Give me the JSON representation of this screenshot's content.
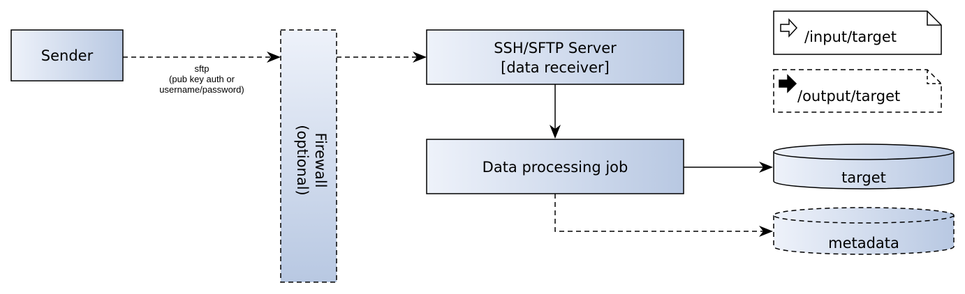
{
  "nodes": {
    "sender": "Sender",
    "firewall_line1": "Firewall",
    "firewall_line2": "(optional)",
    "server_line1": "SSH/SFTP Server",
    "server_line2": "[data receiver]",
    "job": "Data processing job",
    "target": "target",
    "metadata": "metadata"
  },
  "edges": {
    "sftp_line1": "sftp",
    "sftp_line2": "(pub key auth or",
    "sftp_line3": "username/password)"
  },
  "legend": {
    "input": "/input/target",
    "output": "/output/target"
  },
  "colors": {
    "fill_light": "#eef2fa",
    "fill_dark": "#b8c8e2",
    "stroke": "#000000"
  }
}
